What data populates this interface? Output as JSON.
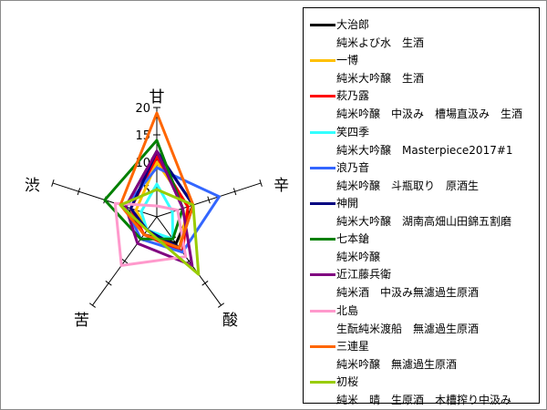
{
  "chart_data": {
    "type": "radar",
    "title": "",
    "axes": [
      "甘",
      "辛",
      "酸",
      "苦",
      "渋"
    ],
    "rlim": [
      0,
      20
    ],
    "rticks": [
      5,
      10,
      15,
      20
    ],
    "grid": false,
    "legend_position": "right",
    "series": [
      {
        "name": "大治郎",
        "subtitle": "純米よび水　生酒",
        "color": "#000000",
        "values": [
          12,
          7,
          6,
          4,
          6
        ]
      },
      {
        "name": "一博",
        "subtitle": "純米大吟醸　生酒",
        "color": "#ffc000",
        "values": [
          10,
          6,
          7,
          3,
          4
        ]
      },
      {
        "name": "萩乃露",
        "subtitle": "純米吟醸　中汲み　槽場直汲み　生酒",
        "color": "#ff0000",
        "values": [
          11,
          6,
          8,
          4,
          5
        ]
      },
      {
        "name": "笑四季",
        "subtitle": "純米大吟醸　Masterpiece2017#1",
        "color": "#33ffff",
        "values": [
          6,
          3,
          5,
          3,
          3
        ]
      },
      {
        "name": "浪乃音",
        "subtitle": "純米吟醸　斗瓶取り　原酒生",
        "color": "#3366ff",
        "values": [
          9,
          12,
          8,
          5,
          6
        ]
      },
      {
        "name": "神開",
        "subtitle": "純米大吟醸　湖南高畑山田錦五割磨",
        "color": "#000080",
        "values": [
          12,
          7,
          7,
          3,
          5
        ]
      },
      {
        "name": "七本鎗",
        "subtitle": "純米吟醸",
        "color": "#008000",
        "values": [
          14,
          5,
          5,
          5,
          10
        ]
      },
      {
        "name": "近江藤兵衛",
        "subtitle": "純米酒　中汲み無濾過生原酒",
        "color": "#800080",
        "values": [
          12,
          5,
          11,
          6,
          6
        ]
      },
      {
        "name": "北島",
        "subtitle": "生酛純米渡船　無濾過生原酒",
        "color": "#ff99cc",
        "values": [
          2,
          4,
          9,
          11,
          8
        ]
      },
      {
        "name": "三連星",
        "subtitle": "純米吟醸　無濾過生原酒",
        "color": "#ff6600",
        "values": [
          19,
          7,
          7,
          4,
          7
        ]
      },
      {
        "name": "初桜",
        "subtitle": "純米　晴　生原酒　木槽搾り中汲み",
        "color": "#99cc00",
        "values": [
          5,
          7,
          13,
          3,
          7
        ]
      }
    ]
  }
}
